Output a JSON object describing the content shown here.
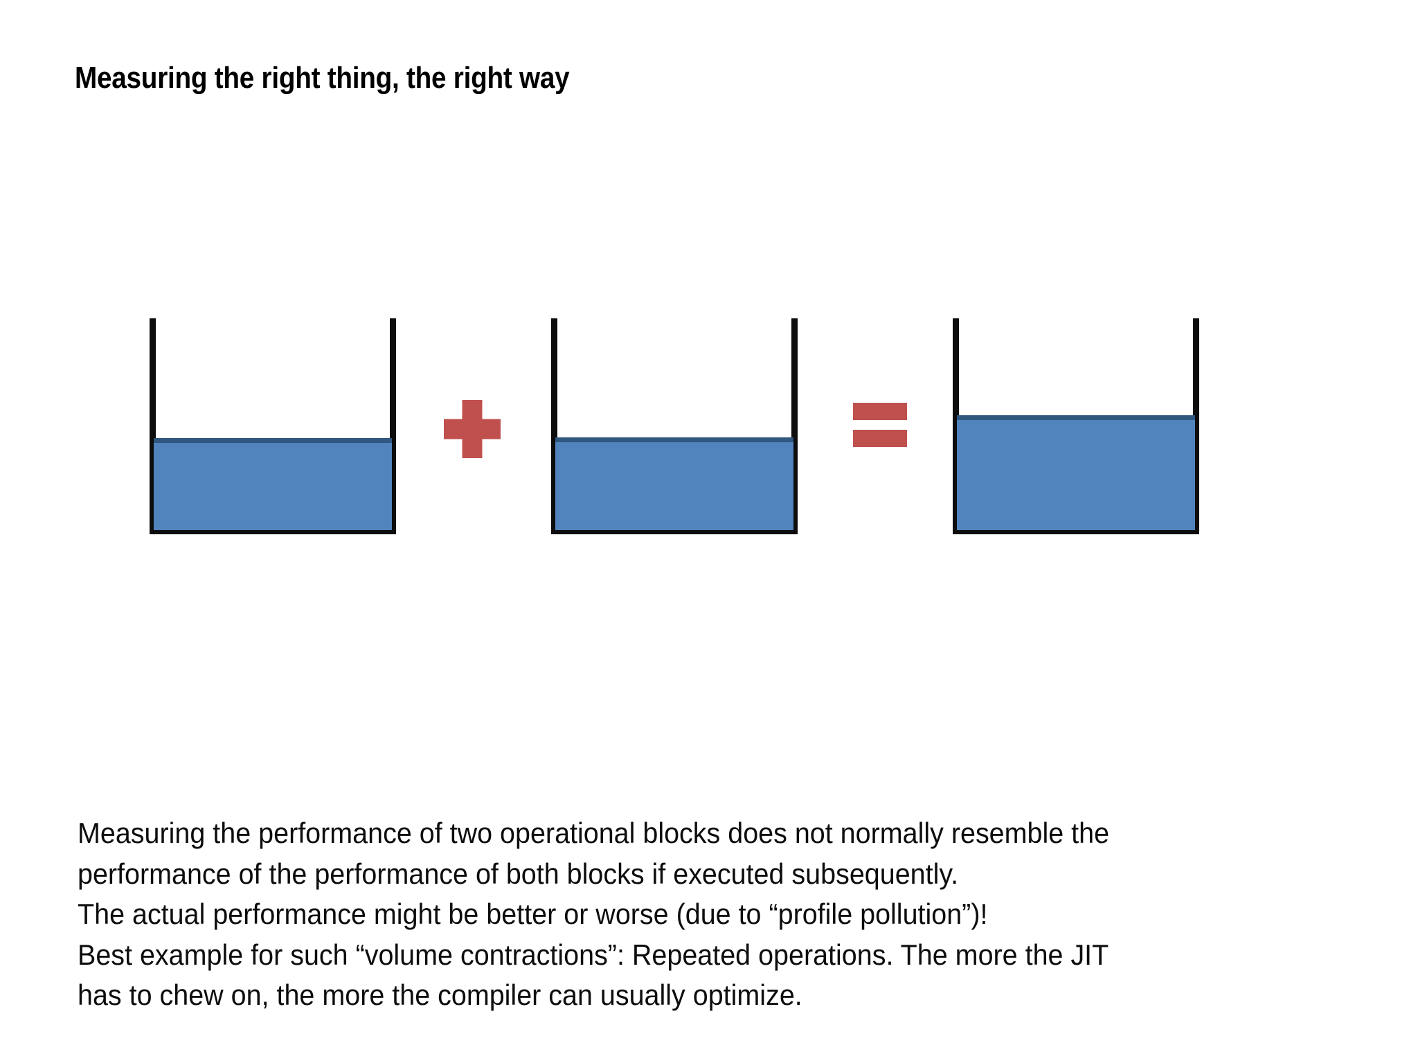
{
  "slide": {
    "title": "Measuring the right thing, the right way",
    "background_color": "#ffffff"
  },
  "diagram": {
    "type": "beaker-equation",
    "liquid_color": "#5183bd",
    "liquid_edge_color": "#2f577f",
    "outline_color": "#0d0d0d",
    "operator_color": "#c0504d",
    "beakers": [
      {
        "name": "beaker-one",
        "fill_percent": 43,
        "label": ""
      },
      {
        "name": "beaker-two",
        "fill_percent": 43,
        "label": ""
      },
      {
        "name": "beaker-three",
        "fill_percent": 54,
        "label": ""
      }
    ],
    "operators": [
      {
        "name": "plus-operator",
        "glyph": "+"
      },
      {
        "name": "equals-operator",
        "glyph": "="
      }
    ]
  },
  "body": {
    "lines": [
      "Measuring the performance of two operational blocks does not normally resemble the",
      "performance of the performance of both blocks if executed subsequently.",
      "The actual performance might be better or worse (due to “profile pollution”)!",
      "Best example for such “volume contractions”: Repeated operations. The more the JIT",
      "has to chew on, the more the compiler can usually optimize."
    ]
  }
}
